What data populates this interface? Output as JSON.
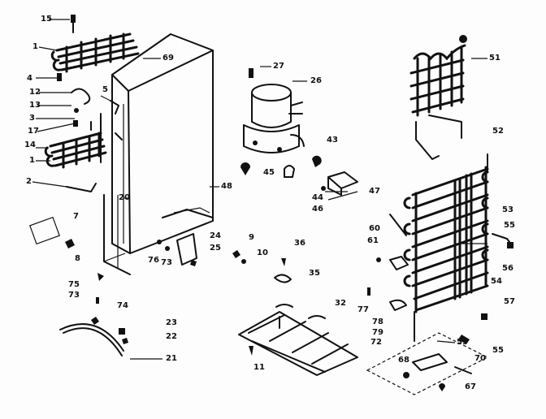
{
  "callouts": [
    {
      "id": "15",
      "text": "15"
    },
    {
      "id": "1a",
      "text": "1"
    },
    {
      "id": "4",
      "text": "4"
    },
    {
      "id": "12",
      "text": "12"
    },
    {
      "id": "5",
      "text": "5"
    },
    {
      "id": "13",
      "text": "13"
    },
    {
      "id": "3",
      "text": "3"
    },
    {
      "id": "17",
      "text": "17"
    },
    {
      "id": "14",
      "text": "14"
    },
    {
      "id": "1b",
      "text": "1"
    },
    {
      "id": "2",
      "text": "2"
    },
    {
      "id": "20",
      "text": "20"
    },
    {
      "id": "69",
      "text": "69"
    },
    {
      "id": "48",
      "text": "48"
    },
    {
      "id": "7",
      "text": "7"
    },
    {
      "id": "8",
      "text": "8"
    },
    {
      "id": "24",
      "text": "24"
    },
    {
      "id": "25",
      "text": "25"
    },
    {
      "id": "76",
      "text": "76"
    },
    {
      "id": "73a",
      "text": "73"
    },
    {
      "id": "75",
      "text": "75"
    },
    {
      "id": "73b",
      "text": "73"
    },
    {
      "id": "74",
      "text": "74"
    },
    {
      "id": "23",
      "text": "23"
    },
    {
      "id": "22",
      "text": "22"
    },
    {
      "id": "21",
      "text": "21"
    },
    {
      "id": "11",
      "text": "11"
    },
    {
      "id": "27",
      "text": "27"
    },
    {
      "id": "26",
      "text": "26"
    },
    {
      "id": "43",
      "text": "43"
    },
    {
      "id": "45",
      "text": "45"
    },
    {
      "id": "44",
      "text": "44"
    },
    {
      "id": "46",
      "text": "46"
    },
    {
      "id": "47",
      "text": "47"
    },
    {
      "id": "9",
      "text": "9"
    },
    {
      "id": "10",
      "text": "10"
    },
    {
      "id": "36",
      "text": "36"
    },
    {
      "id": "35",
      "text": "35"
    },
    {
      "id": "32",
      "text": "32"
    },
    {
      "id": "77",
      "text": "77"
    },
    {
      "id": "78",
      "text": "78"
    },
    {
      "id": "79",
      "text": "79"
    },
    {
      "id": "72",
      "text": "72"
    },
    {
      "id": "60",
      "text": "60"
    },
    {
      "id": "61",
      "text": "61"
    },
    {
      "id": "51",
      "text": "51"
    },
    {
      "id": "52",
      "text": "52"
    },
    {
      "id": "53",
      "text": "53"
    },
    {
      "id": "55a",
      "text": "55"
    },
    {
      "id": "56",
      "text": "56"
    },
    {
      "id": "54",
      "text": "54"
    },
    {
      "id": "57",
      "text": "57"
    },
    {
      "id": "59",
      "text": "59"
    },
    {
      "id": "68",
      "text": "68"
    },
    {
      "id": "70",
      "text": "70"
    },
    {
      "id": "55b",
      "text": "55"
    },
    {
      "id": "67",
      "text": "67"
    }
  ]
}
